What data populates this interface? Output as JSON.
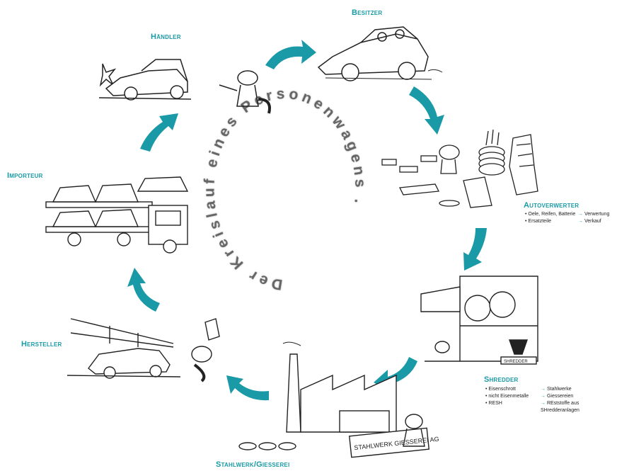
{
  "center_text": "Der Kreislauf eines Personenwagens .",
  "colors": {
    "accent": "#1a9aa6",
    "ink": "#222222",
    "ring_text": "#555555"
  },
  "stations": {
    "besitzer": {
      "title": "Besitzer"
    },
    "autoverwerter": {
      "title": "Autoverwerter",
      "items": [
        {
          "left": "• Oele, Reifen, Batterie",
          "right": "Verwertung"
        },
        {
          "left": "• Ersatzteile",
          "right": "Verkauf"
        }
      ]
    },
    "shredder": {
      "title": "Shredder",
      "items": [
        {
          "left": "• Eisenschrott",
          "right": "Stahlwerke"
        },
        {
          "left": "• nicht Eisenmetalle",
          "right": "Giessereien"
        },
        {
          "left": "• RESH",
          "right": "REststoffe aus"
        },
        {
          "left": "",
          "right": "SHredderanlagen"
        }
      ],
      "sign": "SHREDDER"
    },
    "stahlwerk": {
      "title": "Stahlwerk/Giesserei",
      "sign": "STAHLWERK GIESSEREI AG"
    },
    "hersteller": {
      "title": "Hersteller"
    },
    "importeur": {
      "title": "Importeur"
    },
    "haendler": {
      "title": "Händler"
    }
  }
}
